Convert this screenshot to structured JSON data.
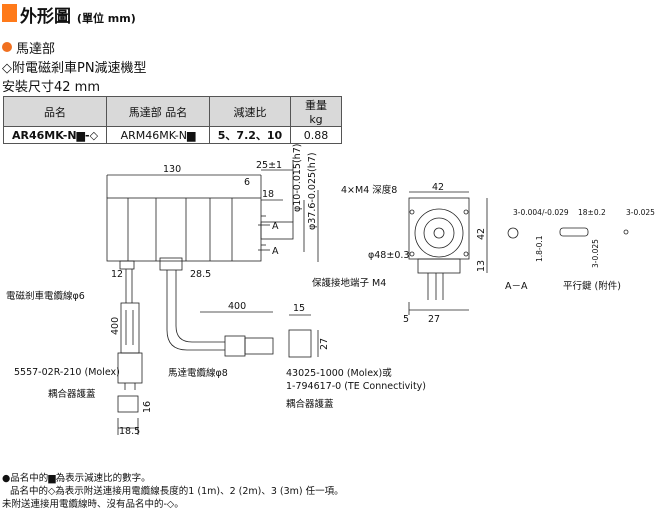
{
  "header": {
    "title": "外形圖",
    "unit": "(單位 mm)"
  },
  "section": {
    "motor_heading": "馬達部",
    "model_heading": "◇附電磁剎車PN減速機型",
    "mount_size": "安裝尺寸42 mm"
  },
  "spec_table": {
    "headers": [
      "品名",
      "馬達部 品名",
      "減速比",
      "重量 kg"
    ],
    "row": [
      "AR46MK-N▆-◇",
      "ARM46MK-N▆",
      "5、7.2、10",
      "0.88"
    ]
  },
  "drawing_labels": {
    "dim_130": "130",
    "dim_25": "25±1",
    "dim_6": "6",
    "dim_18": "18",
    "dim_phi10": "φ10-0.015(h7)",
    "dim_phi37": "φ37.6-0.025(h7)",
    "section_a_top": "A",
    "section_a_bottom": "A",
    "dim_12": "12",
    "dim_28_5": "28.5",
    "brake_cable": "電磁剎車電纜線φ6",
    "dim_400_left": "400",
    "dim_400_top": "400",
    "dim_15": "15",
    "dim_27_conn": "27",
    "molex_left": "5557-02R-210 (Molex)",
    "connector_cover_left": "耦合器護蓋",
    "dim_16": "16",
    "dim_18_5": "18.5",
    "motor_cable": "馬達電纜線φ8",
    "molex_right_1": "43025-1000 (Molex)或",
    "molex_right_2": "1-794617-0 (TE Connectivity)",
    "connector_cover_right": "耦合器護蓋",
    "holes": "4×M4 深度8",
    "dim_42_top": "42",
    "dim_42_side": "42",
    "dim_phi48": "φ48±0.3",
    "ground_terminal": "保護接地端子 M4",
    "dim_13": "13",
    "dim_5": "5",
    "dim_27_front": "27",
    "section_aa": "A－A",
    "key_dim_3a": "3-0.004/-0.029",
    "key_dim_1_8": "1.8-0.1",
    "key_dim_18": "18±0.2",
    "key_dim_3b": "3-0.025",
    "key_dim_3c": "3-0.025",
    "parallel_key": "平行鍵 (附件)"
  },
  "notes": [
    "●品名中的▆為表示減速比的數字。",
    "品名中的◇為表示附送連接用電纜線長度的1 (1m)、2 (2m)、3 (3m) 任一項。",
    "未附送連接用電纜線時、沒有品名中的-◇。"
  ],
  "colors": {
    "accent": "#ff7a1a",
    "table_header": "#d9d9d9",
    "line": "#222222"
  }
}
